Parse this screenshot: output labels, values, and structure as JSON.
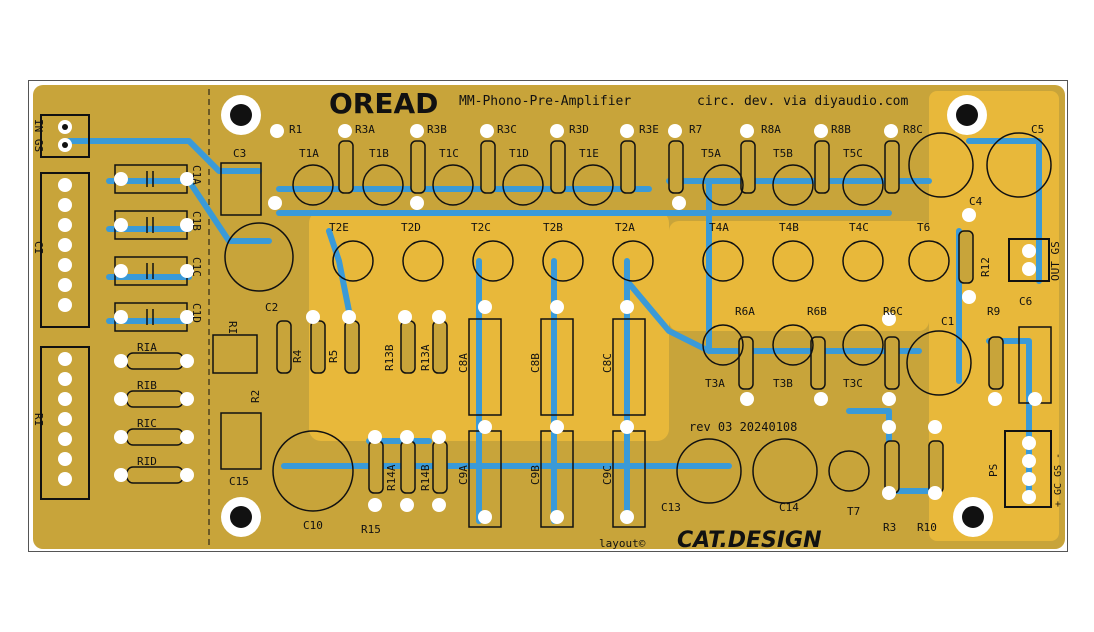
{
  "board": {
    "name": "OREAD",
    "subtitle": "MM-Phono-Pre-Amplifier",
    "credit": "circ. dev. via diyaudio.com",
    "revision": "rev 03 20240108",
    "layout_label": "layout©",
    "brand": "CAT.DESIGN"
  },
  "colors": {
    "board": "#c8a43a",
    "copper": "#e8b83a",
    "trace": "#3a9ad8",
    "pad": "#ffffff",
    "silk": "#111111"
  },
  "connectors": {
    "in_gs": "IN GS",
    "ci": "CI",
    "ri": "RI",
    "out_gs": "OUT GS",
    "ps": "PS",
    "ps_pins": "+ GC GS -"
  },
  "components": {
    "c1a": "C1A",
    "c1b": "C1B",
    "c1c": "C1C",
    "c1d": "C1D",
    "ria": "RIA",
    "rib": "RIB",
    "ric": "RIC",
    "rid": "RID",
    "c3": "C3",
    "c15": "C15",
    "c2": "C2",
    "c10": "C10",
    "r1": "R1",
    "r2": "R2",
    "r4": "R4",
    "r5": "R5",
    "ri_small": "RI",
    "r3a": "R3A",
    "r3b": "R3B",
    "r3c": "R3C",
    "r3d": "R3D",
    "r3e": "R3E",
    "t1a": "T1A",
    "t1b": "T1B",
    "t1c": "T1C",
    "t1d": "T1D",
    "t1e": "T1E",
    "t2a": "T2A",
    "t2b": "T2B",
    "t2c": "T2C",
    "t2d": "T2D",
    "t2e": "T2E",
    "r13a": "R13A",
    "r13b": "R13B",
    "r14a": "R14A",
    "r14b": "R14B",
    "r15": "R15",
    "c8a": "C8A",
    "c8b": "C8B",
    "c8c": "C8C",
    "c9a": "C9A",
    "c9b": "C9B",
    "c9c": "C9C",
    "r7": "R7",
    "r8a": "R8A",
    "r8b": "R8B",
    "r8c": "R8C",
    "t5a": "T5A",
    "t5b": "T5B",
    "t5c": "T5C",
    "t4a": "T4A",
    "t4b": "T4B",
    "t4c": "T4C",
    "r6a": "R6A",
    "r6b": "R6B",
    "r6c": "R6C",
    "t3a": "T3A",
    "t3b": "T3B",
    "t3c": "T3C",
    "t6": "T6",
    "t7": "T7",
    "c4": "C4",
    "c5": "C5",
    "c1": "C1",
    "c6": "C6",
    "r9": "R9",
    "r12": "R12",
    "r3": "R3",
    "r10": "R10",
    "c13": "C13",
    "c14": "C14"
  }
}
